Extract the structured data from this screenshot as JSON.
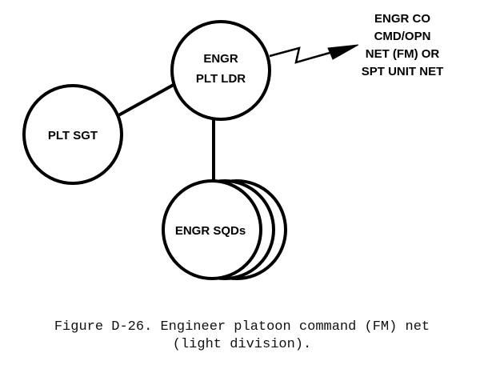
{
  "nodes": {
    "platoon_leader": {
      "line1": "ENGR",
      "line2": "PLT LDR"
    },
    "platoon_sergeant": {
      "label": "PLT SGT"
    },
    "squads": {
      "label": "ENGR SQDs"
    }
  },
  "external_net": {
    "lines": [
      "ENGR CO",
      "CMD/OPN",
      "NET (FM) OR",
      "SPT UNIT NET"
    ]
  },
  "caption": {
    "line1": "Figure D-26. Engineer platoon command (FM) net",
    "line2": "(light division)."
  },
  "colors": {
    "stroke": "#000000",
    "background": "#ffffff"
  }
}
